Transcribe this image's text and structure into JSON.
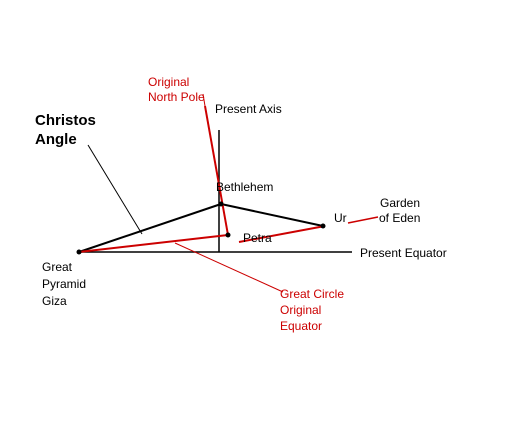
{
  "labels": {
    "christos_angle": [
      "Christos",
      "Angle"
    ],
    "original_north_pole": [
      "Original",
      "North Pole"
    ],
    "present_axis": "Present Axis",
    "bethlehem": "Bethlehem",
    "ur": "Ur",
    "garden_of_eden": [
      "Garden",
      "of Eden"
    ],
    "petra": "Petra",
    "present_equator": "Present Equator",
    "great_pyramid_giza": [
      "Great",
      "Pyramid",
      "Giza"
    ],
    "great_circle_original_equator": [
      "Great Circle",
      "Original",
      "Equator"
    ]
  },
  "colors": {
    "line": "#000000",
    "accent": "#cc0000",
    "background": "#ffffff"
  }
}
